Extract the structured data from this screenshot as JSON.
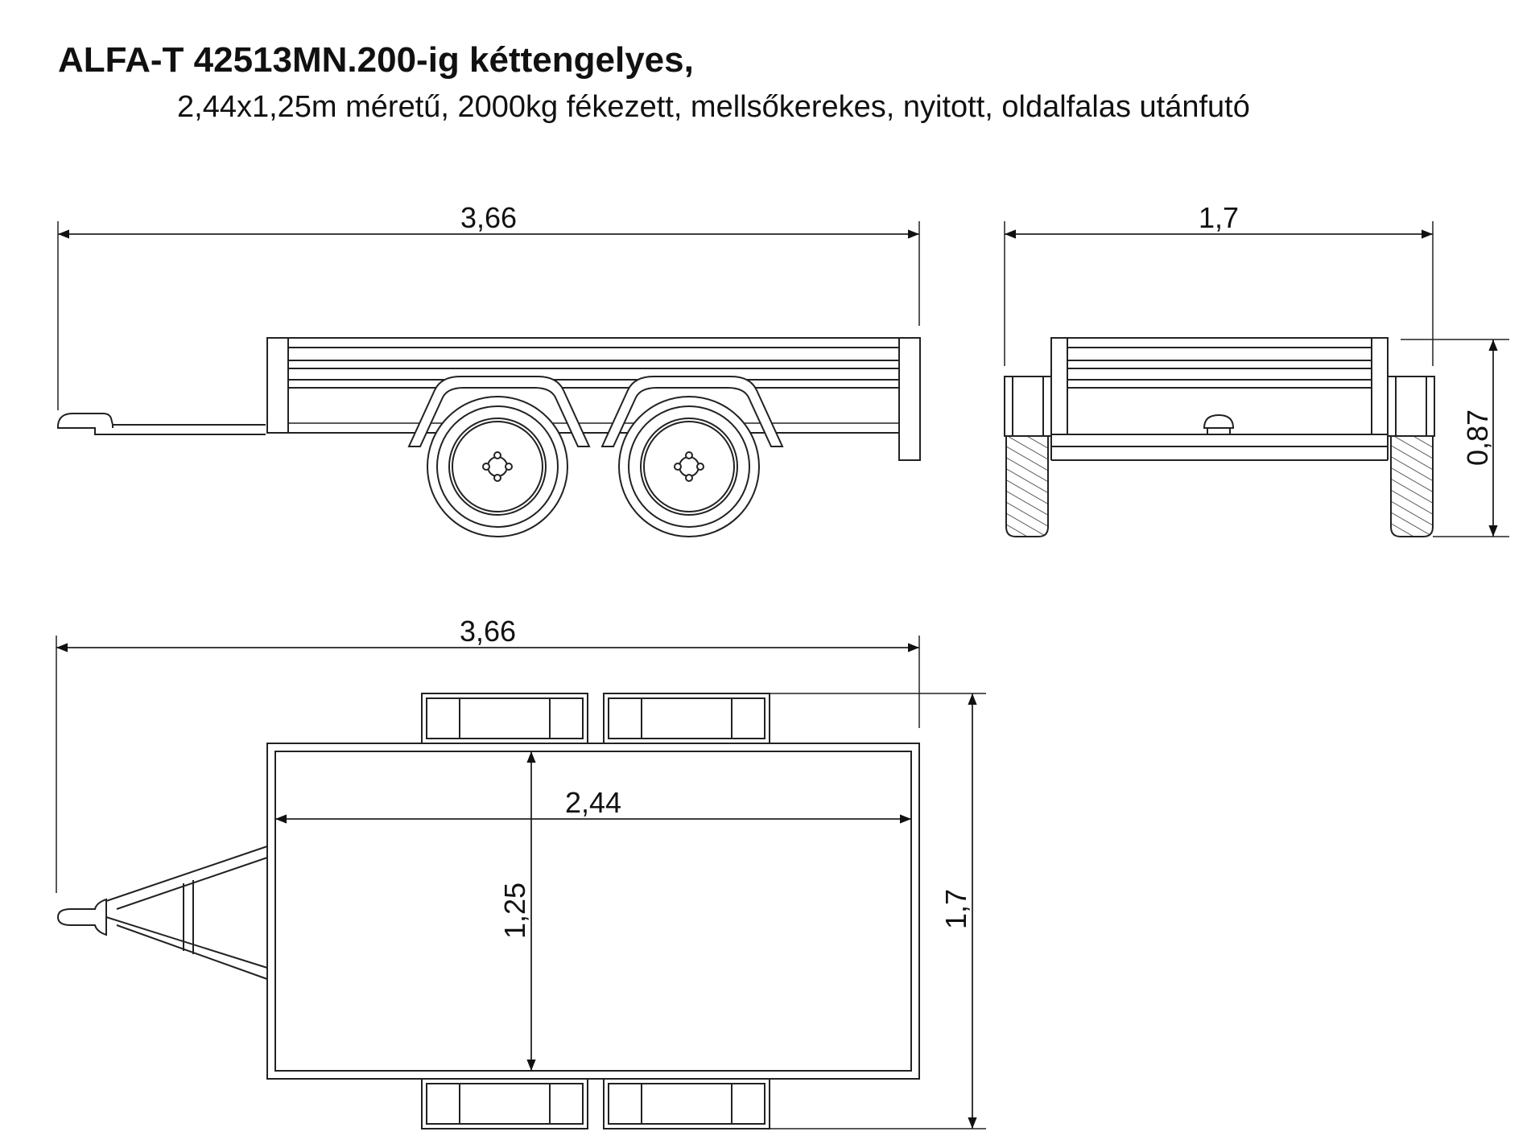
{
  "header": {
    "title": "ALFA-T 42513MN.200-ig kéttengelyes,",
    "subtitle": "2,44x1,25m méretű, 2000kg fékezett, mellsőkerekes, nyitott, oldalfalas utánfutó"
  },
  "dimensions": {
    "side_length": "3,66",
    "rear_width": "1,7",
    "rear_height": "0,87",
    "top_length": "3,66",
    "bed_length": "2,44",
    "bed_width": "1,25",
    "total_width": "1,7"
  },
  "colors": {
    "line": "#222222",
    "background": "#ffffff"
  }
}
